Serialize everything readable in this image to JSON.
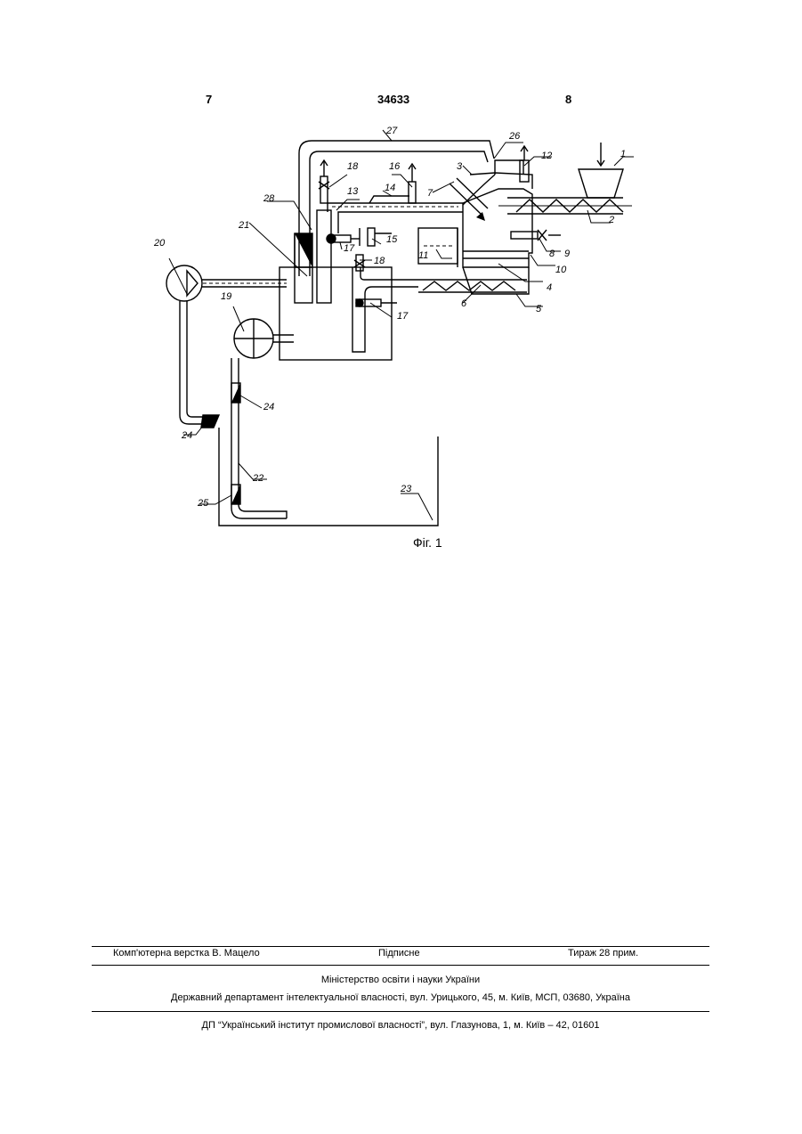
{
  "header": {
    "left_page": "7",
    "patent_number": "34633",
    "right_page": "8"
  },
  "figure": {
    "caption": "Фіг. 1",
    "labels": {
      "l1": "1",
      "l2": "2",
      "l3": "3",
      "l4": "4",
      "l5": "5",
      "l6": "6",
      "l7": "7",
      "l8": "8",
      "l9": "9",
      "l10": "10",
      "l11": "11",
      "l12": "12",
      "l13": "13",
      "l14": "14",
      "l15": "15",
      "l16": "16",
      "l17a": "17",
      "l17b": "17",
      "l18a": "18",
      "l18b": "18",
      "l19": "19",
      "l20": "20",
      "l21": "21",
      "l22": "22",
      "l23": "23",
      "l24a": "24",
      "l24b": "24",
      "l25": "25",
      "l26": "26",
      "l27": "27",
      "l28": "28"
    }
  },
  "footer": {
    "layout_credit": "Комп'ютерна верстка В. Мацело",
    "signed": "Підписне",
    "circulation": "Тираж 28 прим.",
    "ministry": "Міністерство освіти і науки України",
    "department": "Державний департамент інтелектуальної власності, вул. Урицького, 45, м. Київ, МСП, 03680, Україна",
    "publisher": "ДП “Український інститут промислової власності”, вул. Глазунова, 1, м. Київ – 42, 01601"
  }
}
